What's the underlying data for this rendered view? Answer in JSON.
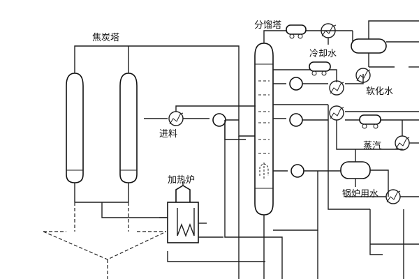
{
  "labels": {
    "coke_towers": "焦炭塔",
    "fractionator": "分馏塔",
    "cooling_water": "冷却水",
    "soft_water": "软化水",
    "feed": "进料",
    "steam": "蒸汽",
    "furnace": "加热炉",
    "boiler_water": "锅炉用水"
  }
}
